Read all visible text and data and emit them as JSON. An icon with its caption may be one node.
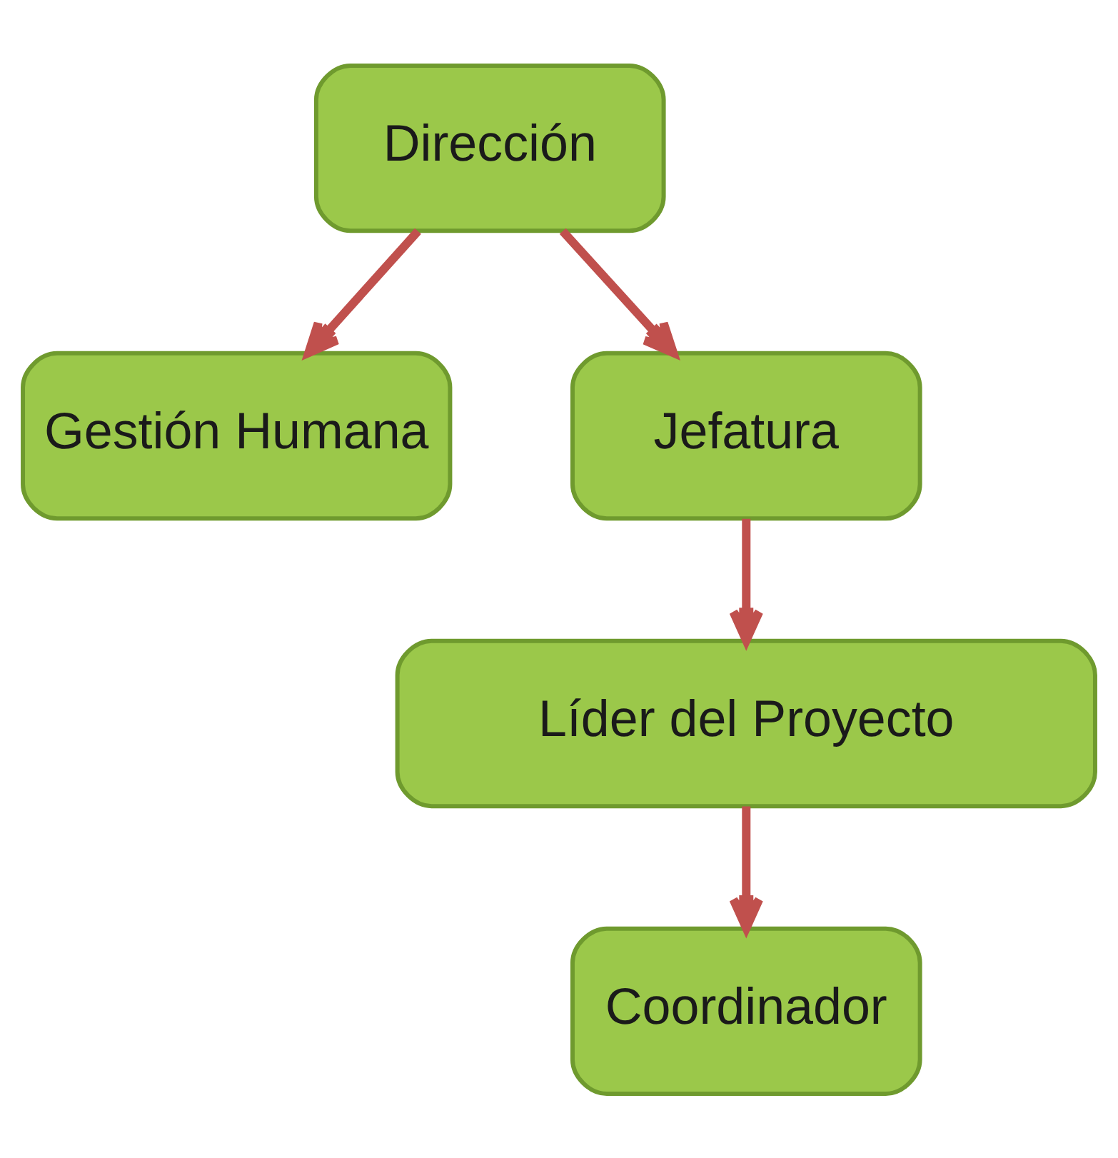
{
  "diagram": {
    "nodes": [
      {
        "text": [
          "Dirección"
        ]
      },
      {
        "text": [
          "Gestión Humana"
        ]
      },
      {
        "text": [
          "Jefatura"
        ]
      },
      {
        "text": [
          "Líder del Proyecto"
        ]
      },
      {
        "text": [
          "Coordinador"
        ]
      }
    ],
    "edges": [
      {
        "from": 0,
        "to": 2,
        "arrow": "to"
      },
      {
        "from": 0,
        "to": 1,
        "arrow": "to"
      },
      {
        "from": 2,
        "to": 3,
        "arrow": "to"
      },
      {
        "from": 3,
        "to": 4,
        "arrow": "to"
      }
    ]
  }
}
